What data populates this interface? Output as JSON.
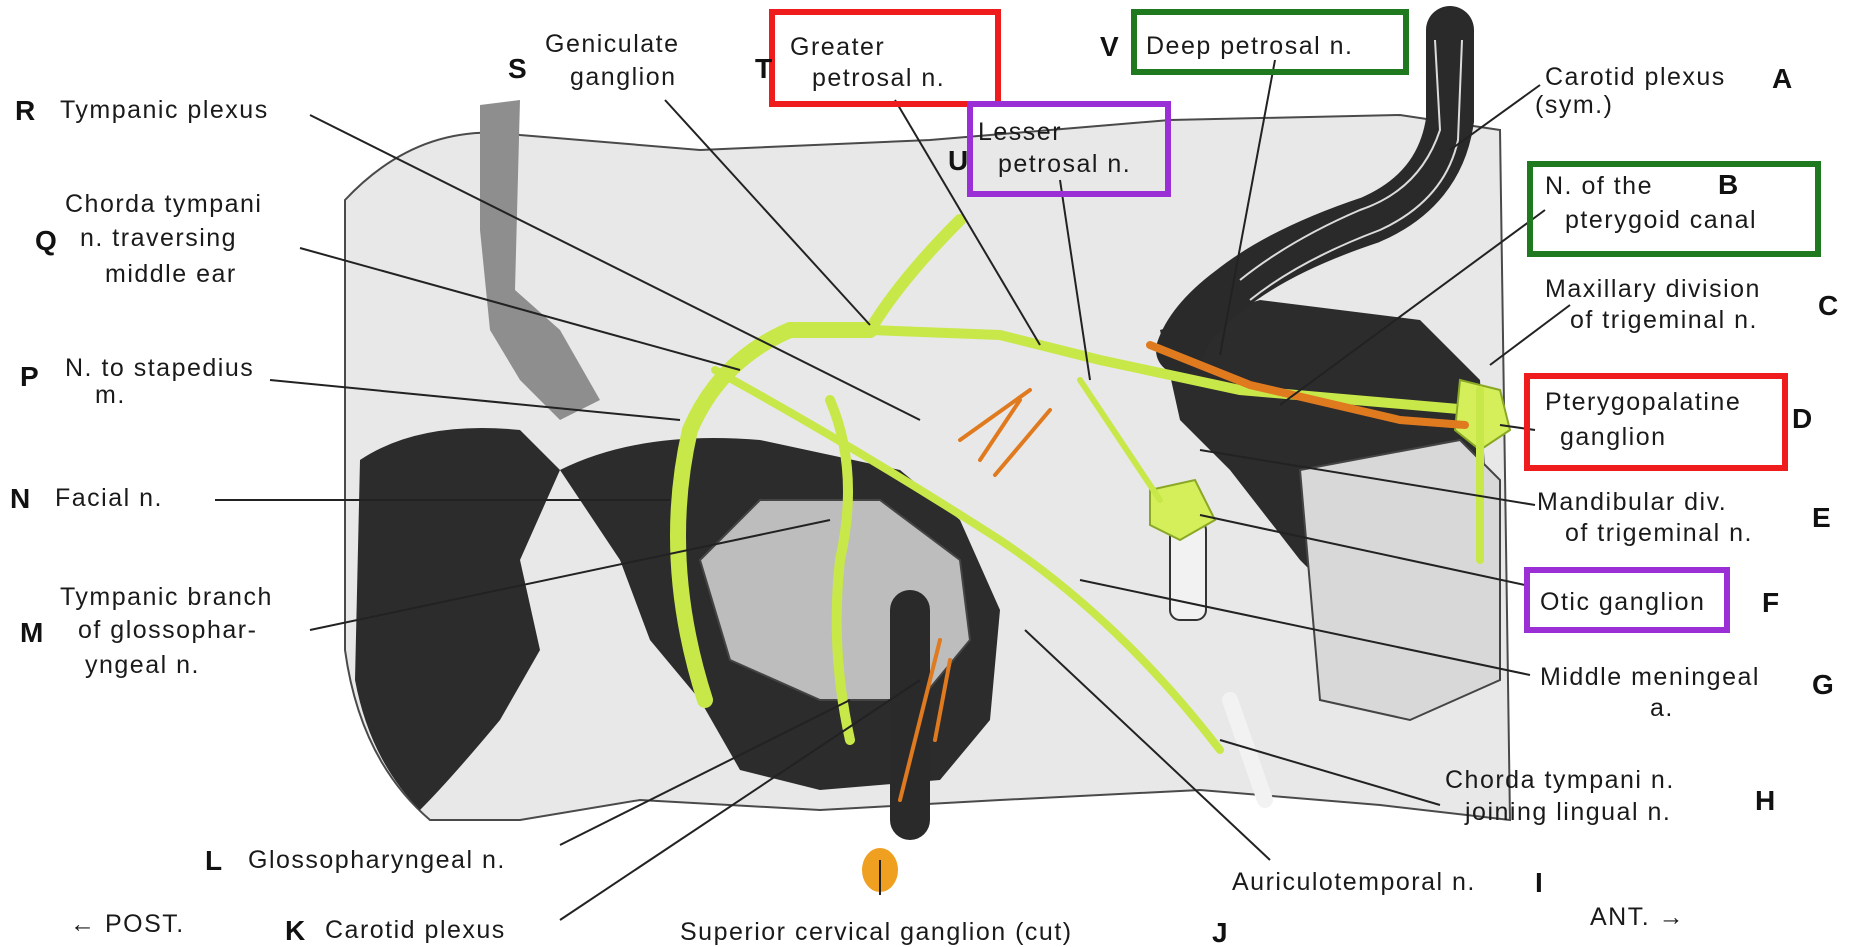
{
  "labels": {
    "A": {
      "letter": "A",
      "text": [
        "Carotid plexus",
        "(sym.)"
      ]
    },
    "B": {
      "letter": "B",
      "text": [
        "N. of the",
        "pterygoid canal"
      ]
    },
    "C": {
      "letter": "C",
      "text": [
        "Maxillary division",
        "of trigeminal n."
      ]
    },
    "D": {
      "letter": "D",
      "text": [
        "Pterygopalatine",
        "ganglion"
      ]
    },
    "E": {
      "letter": "E",
      "text": [
        "Mandibular div.",
        "of trigeminal n."
      ]
    },
    "F": {
      "letter": "F",
      "text": [
        "Otic ganglion"
      ]
    },
    "G": {
      "letter": "G",
      "text": [
        "Middle meningeal",
        "a."
      ]
    },
    "H": {
      "letter": "H",
      "text": [
        "Chorda tympani n.",
        "joining lingual n."
      ]
    },
    "I": {
      "letter": "I",
      "text": [
        "Auriculotemporal n."
      ]
    },
    "J": {
      "letter": "J",
      "text": [
        "Superior cervical ganglion (cut)"
      ]
    },
    "K": {
      "letter": "K",
      "text": [
        "Carotid plexus"
      ]
    },
    "L": {
      "letter": "L",
      "text": [
        "Glossopharyngeal n."
      ]
    },
    "M": {
      "letter": "M",
      "text": [
        "Tympanic branch",
        "of glossophar-",
        "yngeal n."
      ]
    },
    "N": {
      "letter": "N",
      "text": [
        "Facial n."
      ]
    },
    "P": {
      "letter": "P",
      "text": [
        "N. to stapedius",
        "m."
      ]
    },
    "Q": {
      "letter": "Q",
      "text": [
        "Chorda tympani",
        "n. traversing",
        "middle ear"
      ]
    },
    "R": {
      "letter": "R",
      "text": [
        "Tympanic plexus"
      ]
    },
    "S": {
      "letter": "S",
      "text": [
        "Geniculate",
        "ganglion"
      ]
    },
    "T": {
      "letter": "T",
      "text": [
        "Greater",
        "petrosal n."
      ]
    },
    "U": {
      "letter": "U",
      "text": [
        "Lesser",
        "petrosal n."
      ]
    },
    "V": {
      "letter": "V",
      "text": [
        "Deep petrosal n."
      ]
    }
  },
  "orientation": {
    "posterior": "← POST.",
    "anterior": "ANT. →"
  },
  "highlight_colors": {
    "red": "#ee1c1c",
    "green": "#1f7a1f",
    "purple": "#9b2fd6"
  },
  "highlight_groups": {
    "red": [
      "T",
      "D"
    ],
    "green": [
      "V",
      "B"
    ],
    "purple": [
      "U",
      "F"
    ]
  },
  "colors": {
    "nerve": "#c8e84a",
    "sympathetic": "#e07a1f",
    "bone": "#e8e8e8",
    "shadow": "#2c2c2c"
  }
}
